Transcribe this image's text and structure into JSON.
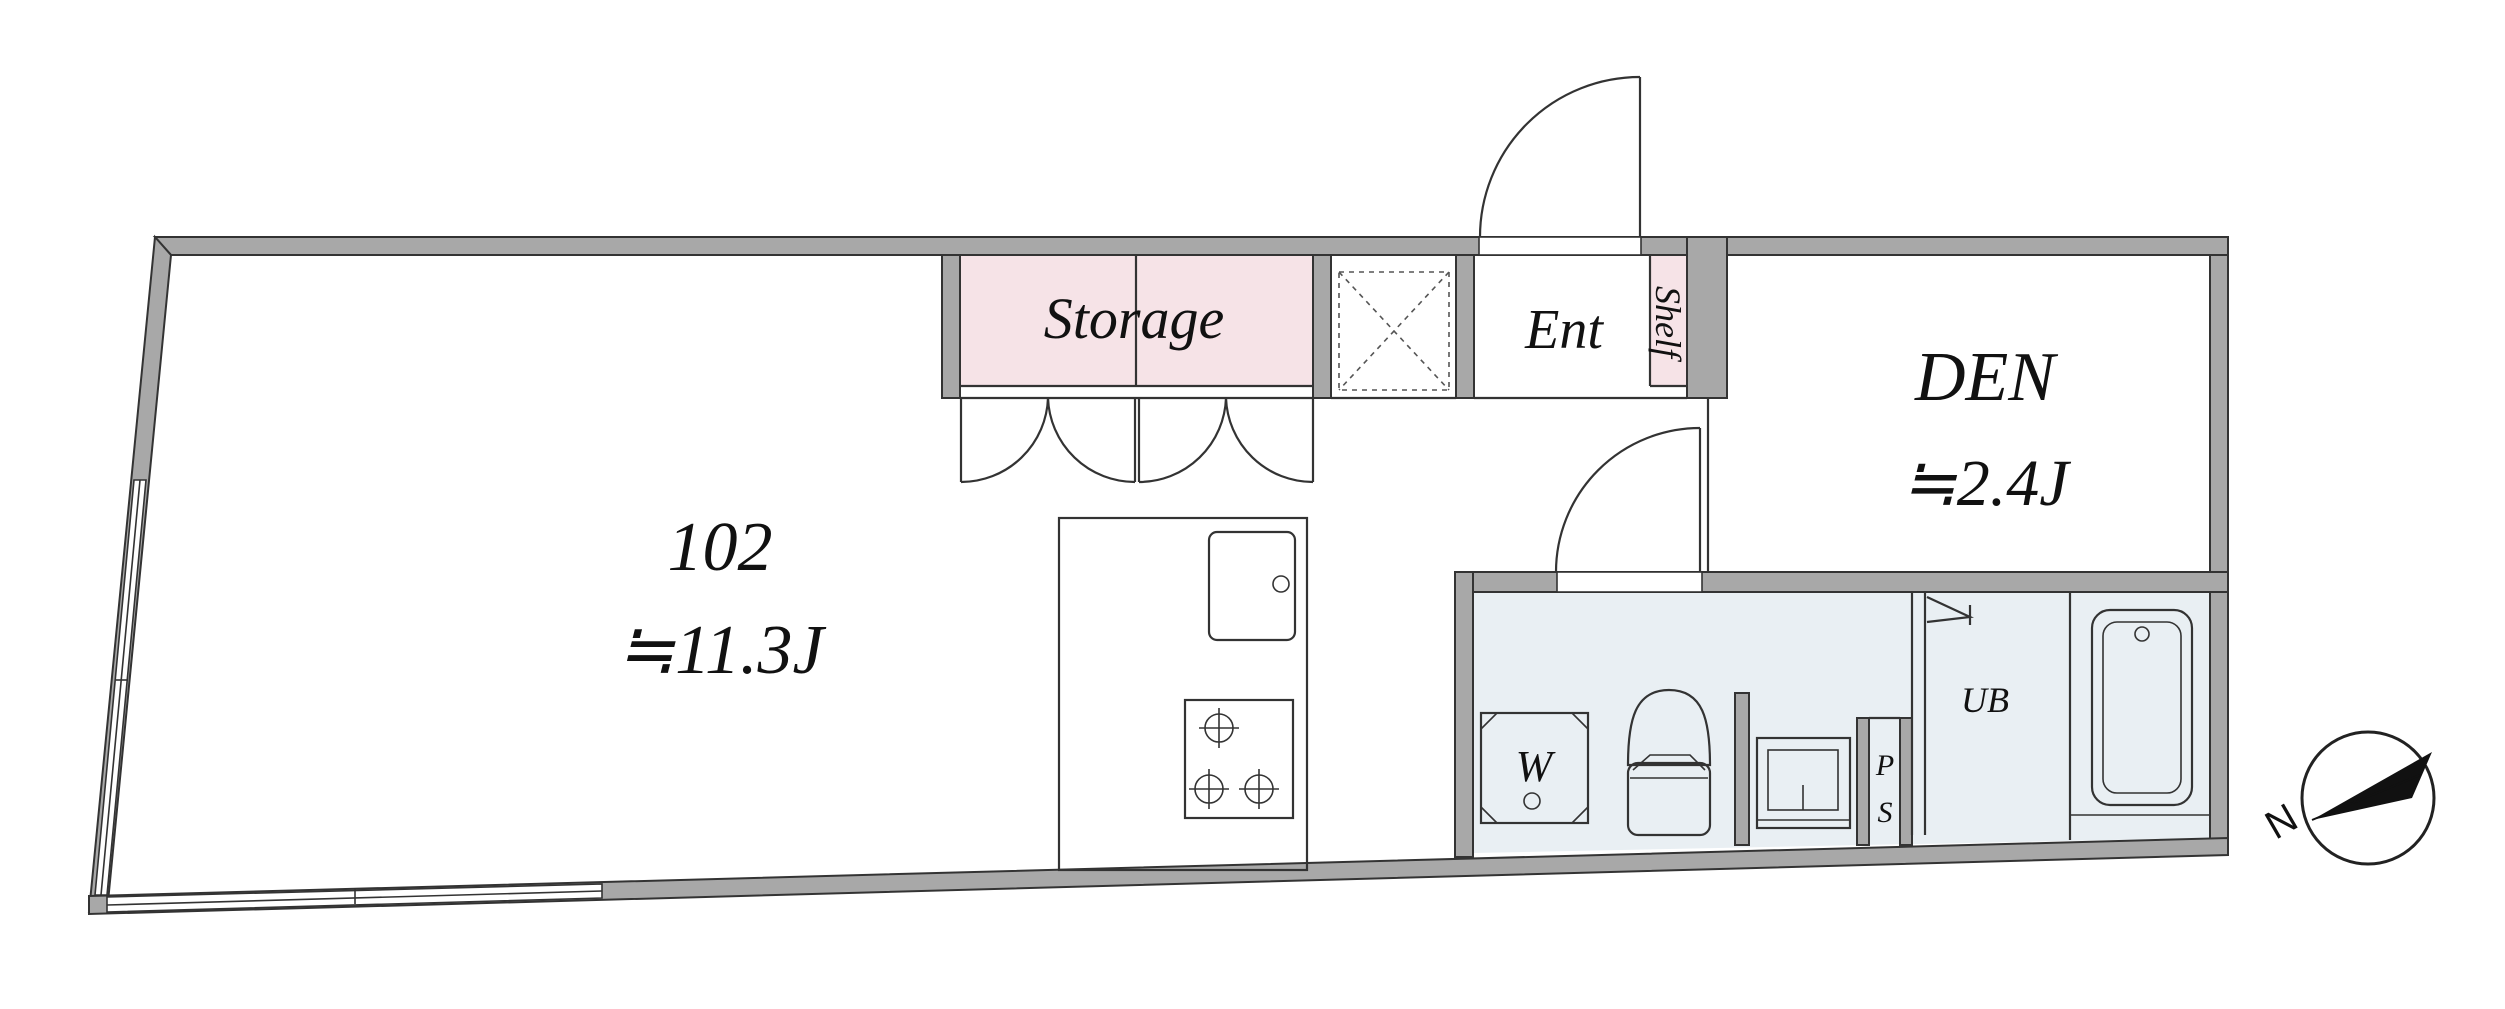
{
  "rooms": {
    "main": {
      "name": "102",
      "size": "≒11.3J"
    },
    "storage": {
      "name": "Storage"
    },
    "entrance": {
      "name": "Ent"
    },
    "shelf": {
      "name": "Shelf"
    },
    "den": {
      "name": "DEN",
      "size": "≒2.4J"
    },
    "bath": {
      "name": "UB"
    },
    "washer": {
      "name": "W"
    },
    "pipe_space": {
      "line1": "P",
      "line2": "S"
    }
  },
  "compass": {
    "direction": "N"
  },
  "colors": {
    "wall": "#a8a8a8",
    "storage_fill": "#f6e3e7",
    "shelf_fill": "#f6e3e7",
    "wet_area_fill": "#e9eff3",
    "line": "#333333"
  }
}
